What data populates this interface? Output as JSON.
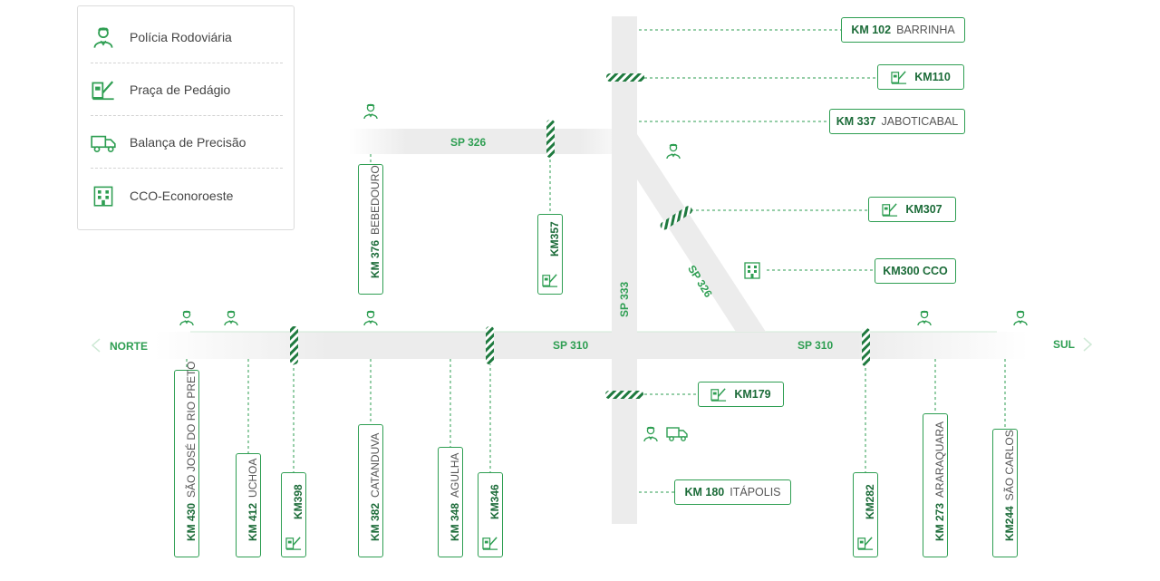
{
  "legend": {
    "items": [
      {
        "icon": "police-officer-icon",
        "label": "Polícia Rodoviária"
      },
      {
        "icon": "toll-booth-icon",
        "label": "Praça de Pedágio"
      },
      {
        "icon": "truck-scale-icon",
        "label": "Balança de Precisão"
      },
      {
        "icon": "building-icon",
        "label": "CCO-Econoroeste"
      }
    ]
  },
  "roads": {
    "sp310_west": "SP 310",
    "sp310_east": "SP 310",
    "sp326_west": "SP 326",
    "sp326_diag": "SP 326",
    "sp333": "SP 333"
  },
  "directions": {
    "north": "NORTE",
    "south": "SUL"
  },
  "markers_right": {
    "barrinha": {
      "km": "KM 102",
      "city": "BARRINHA"
    },
    "km110": {
      "km": "KM110"
    },
    "jaboticabal": {
      "km": "KM 337",
      "city": "JABOTICABAL"
    },
    "km307": {
      "km": "KM307"
    },
    "cco": {
      "km": "KM300 CCO"
    },
    "km179": {
      "km": "KM179"
    },
    "itapolis": {
      "km": "KM 180",
      "city": "ITÁPOLIS"
    }
  },
  "markers_vertical": {
    "bebedouro": {
      "km": "KM 376",
      "city": "BEBEDOURO"
    },
    "km357": {
      "km": "KM357"
    },
    "sjrp": {
      "km": "KM 430",
      "city": "SÃO JOSÉ DO RIO PRETO"
    },
    "uchoa": {
      "km": "KM 412",
      "city": "UCHOA"
    },
    "km398": {
      "km": "KM398"
    },
    "catanduva": {
      "km": "KM 382",
      "city": "CATANDUVA"
    },
    "agulha": {
      "km": "KM 348",
      "city": "AGULHA"
    },
    "km346": {
      "km": "KM346"
    },
    "km282": {
      "km": "KM282"
    },
    "araraquara": {
      "km": "KM 273",
      "city": "ARARAQUARA"
    },
    "saocarlos": {
      "km": "KM244",
      "city": "SÃO CARLOS"
    }
  },
  "colors": {
    "accent": "#2e9e52",
    "dark_green": "#1b6b38",
    "road": "#ececec",
    "road_edge": "#bfe3c7"
  }
}
